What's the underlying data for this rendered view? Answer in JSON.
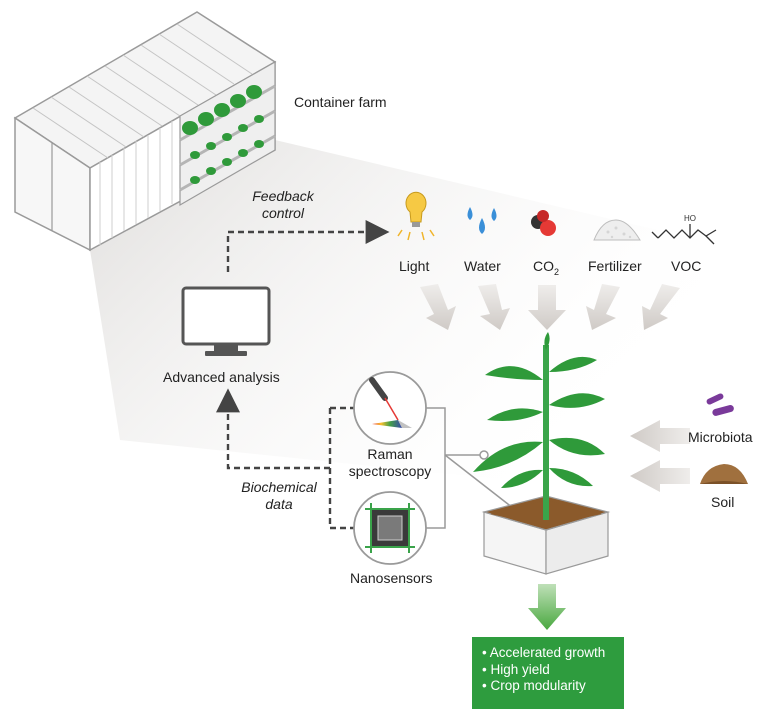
{
  "container": {
    "label": "Container farm"
  },
  "feedback": {
    "line1": "Feedback",
    "line2": "control"
  },
  "inputs": {
    "light": "Light",
    "water": "Water",
    "co2_main": "CO",
    "co2_sub": "2",
    "fertilizer": "Fertilizer",
    "voc": "VOC",
    "voc_molecule_text": "HO"
  },
  "analysis": {
    "label": "Advanced analysis"
  },
  "biochem": {
    "line1": "Biochemical",
    "line2": "data"
  },
  "sensors": {
    "raman_line1": "Raman",
    "raman_line2": "spectroscopy",
    "nano": "Nanosensors"
  },
  "soil_inputs": {
    "microbiota": "Microbiota",
    "soil": "Soil"
  },
  "outcomes": {
    "items": [
      "Accelerated growth",
      "High yield",
      "Crop modularity"
    ],
    "bg_color": "#2e9c3e"
  },
  "colors": {
    "plant": "#2f9a3a",
    "arrow": "#d6d2cf",
    "soil": "#8b5a2b",
    "microbe": "#7a3a9a"
  }
}
